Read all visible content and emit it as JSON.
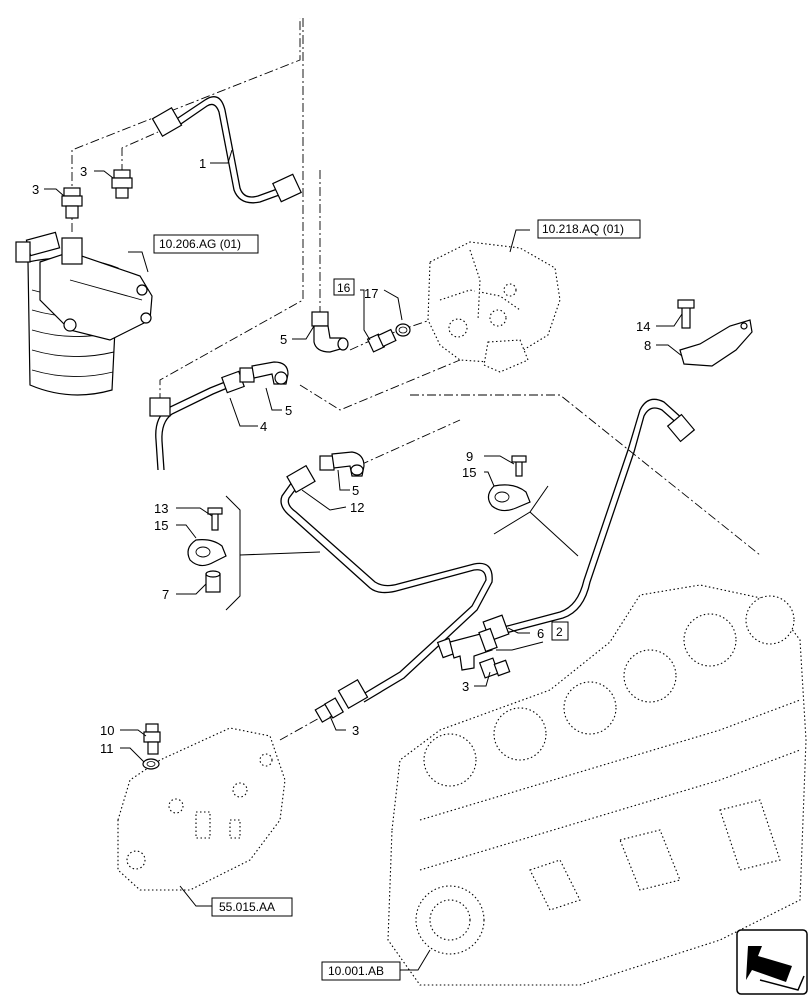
{
  "references": [
    {
      "id": "ref-filter",
      "text": "10.206.AG (01)"
    },
    {
      "id": "ref-pump",
      "text": "10.218.AQ (01)"
    },
    {
      "id": "ref-plate",
      "text": "55.015.AA"
    },
    {
      "id": "ref-block",
      "text": "10.001.AB"
    }
  ],
  "callouts": [
    {
      "id": "c1",
      "label": "1"
    },
    {
      "id": "c3a",
      "label": "3"
    },
    {
      "id": "c3b",
      "label": "3"
    },
    {
      "id": "c3c",
      "label": "3"
    },
    {
      "id": "c3d",
      "label": "3"
    },
    {
      "id": "c4",
      "label": "4"
    },
    {
      "id": "c5a",
      "label": "5"
    },
    {
      "id": "c5b",
      "label": "5"
    },
    {
      "id": "c5c",
      "label": "5"
    },
    {
      "id": "c6",
      "label": "6"
    },
    {
      "id": "c7",
      "label": "7"
    },
    {
      "id": "c8",
      "label": "8"
    },
    {
      "id": "c9",
      "label": "9"
    },
    {
      "id": "c10",
      "label": "10"
    },
    {
      "id": "c11",
      "label": "11"
    },
    {
      "id": "c12",
      "label": "12"
    },
    {
      "id": "c13",
      "label": "13"
    },
    {
      "id": "c14",
      "label": "14"
    },
    {
      "id": "c15a",
      "label": "15"
    },
    {
      "id": "c15b",
      "label": "15"
    },
    {
      "id": "c17",
      "label": "17"
    }
  ],
  "boxed": [
    {
      "id": "b16",
      "label": "16"
    },
    {
      "id": "b2",
      "label": "2"
    }
  ]
}
